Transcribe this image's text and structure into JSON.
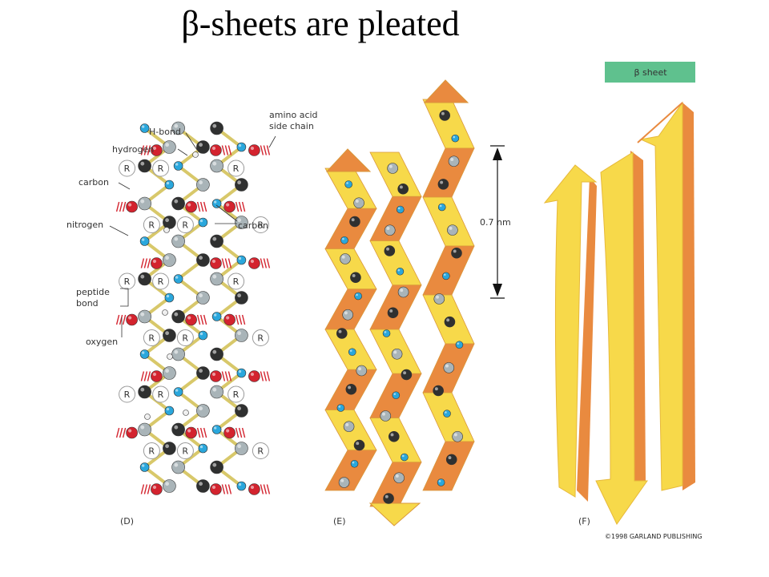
{
  "title": "β-sheets are pleated",
  "badge": {
    "text": "β sheet",
    "color": "#5fc18e"
  },
  "panels": {
    "d": {
      "label": "(D)",
      "callouts": {
        "hbond": "H-bond",
        "hydrogen": "hydrogen",
        "side_chain_1": "amino acid",
        "side_chain_2": "side chain",
        "carbon_left": "carbon",
        "carbon_right": "carbon",
        "nitrogen": "nitrogen",
        "peptide_1": "peptide",
        "peptide_2": "bond",
        "oxygen": "oxygen"
      },
      "residue_letter": "R"
    },
    "e": {
      "label": "(E)",
      "spacing": "0.7 nm"
    },
    "f": {
      "label": "(F)"
    }
  },
  "copyright": "©1998 GARLAND PUBLISHING",
  "colors": {
    "carbon_gray": "#a9b4b8",
    "carbon_black": "#2f3030",
    "nitrogen": "#2aa7dc",
    "oxygen": "#d3232e",
    "ribbon_yellow": "#f7d94a",
    "ribbon_orange": "#e98a3f",
    "bond": "#d8c86a"
  }
}
